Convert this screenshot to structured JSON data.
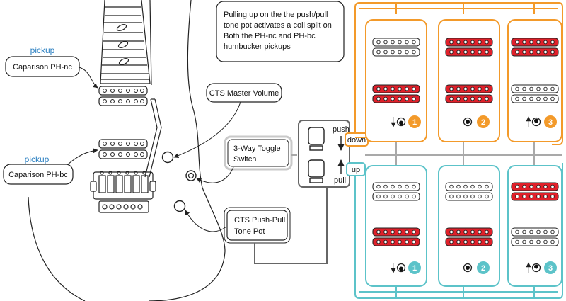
{
  "note": {
    "lines": [
      "Pulling up on the the push/pull",
      "tone pot  activates a  coil split on",
      "Both the PH-nc and PH-bc",
      "humbucker pickups"
    ]
  },
  "callouts": {
    "pickup_neck_tag": "pickup",
    "pickup_neck_label": "Caparison PH-nc",
    "pickup_bridge_tag": "pickup",
    "pickup_bridge_label": "Caparison PH-bc",
    "master_volume": "CTS Master Volume",
    "toggle_line1": "3-Way Toggle",
    "toggle_line2": "Switch",
    "tone_line1": "CTS Push-Pull",
    "tone_line2": "Tone Pot"
  },
  "pushpull": {
    "push": "push",
    "pull": "pull",
    "down": "down",
    "up": "up"
  },
  "positions": {
    "down": [
      "1",
      "2",
      "3"
    ],
    "up": [
      "1",
      "2",
      "3"
    ]
  },
  "colors": {
    "orange": "#f39a2a",
    "teal": "#5cc3c9",
    "red": "#e0202a",
    "blue_tag": "#2a7fc1",
    "line": "#333333",
    "grey": "#a9a9a9"
  }
}
